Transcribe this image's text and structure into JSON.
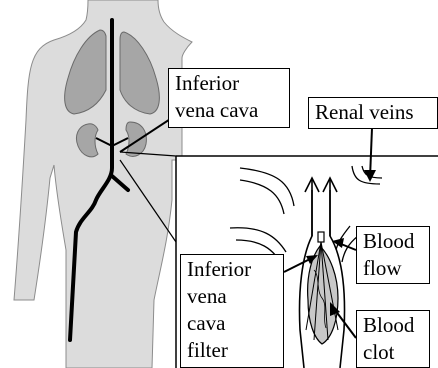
{
  "labels": {
    "inferior_vena_cava": [
      "Inferior",
      "vena cava"
    ],
    "renal_veins": "Renal veins",
    "filter": [
      "Inferior",
      "vena",
      "cava",
      "filter"
    ],
    "blood_flow": [
      "Blood",
      "flow"
    ],
    "blood_clot": [
      "Blood",
      "clot"
    ]
  },
  "colors": {
    "body_fill": "#dcdcdc",
    "organ_fill": "#a6a6a6",
    "clot_fill": "#c8c8c8",
    "stroke": "#000000",
    "background": "#ffffff"
  }
}
